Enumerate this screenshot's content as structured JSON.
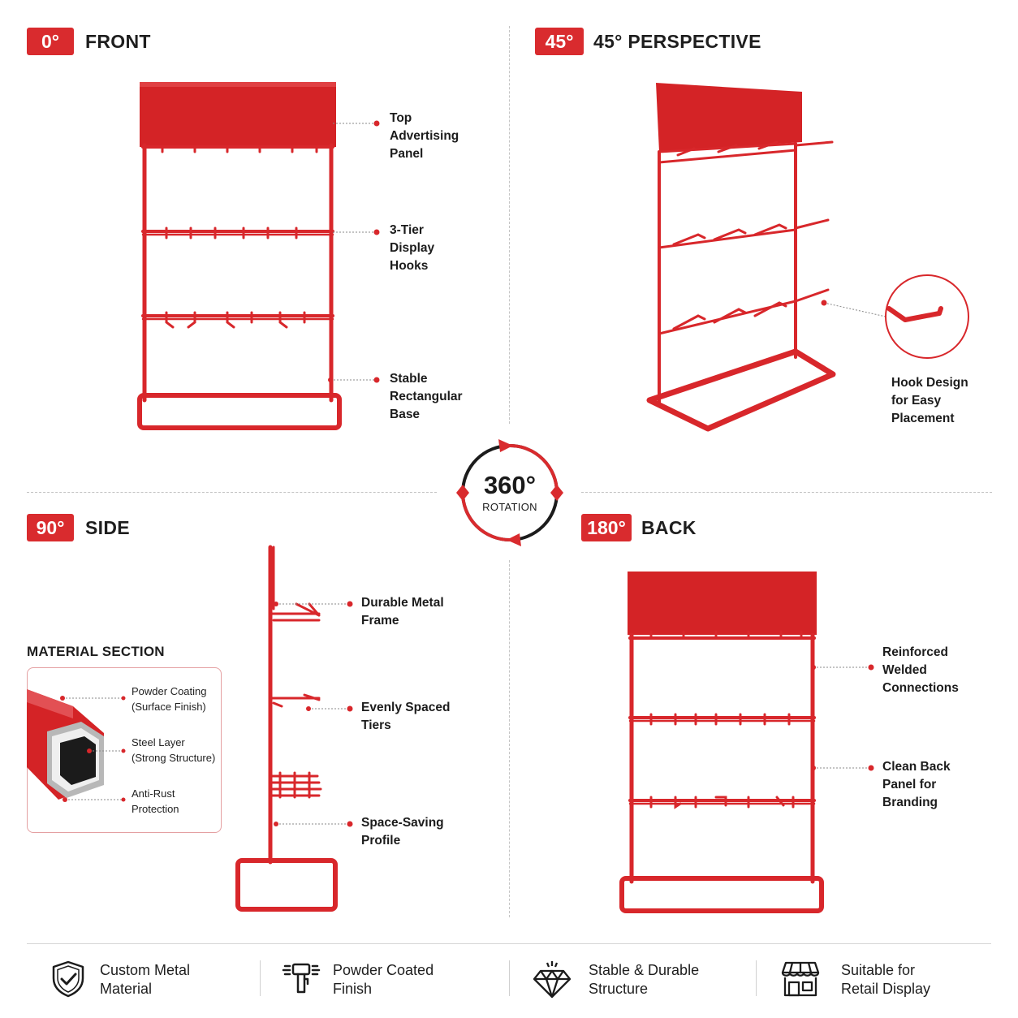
{
  "colors": {
    "accent": "#d92b2e",
    "rack": "#d8272b",
    "text": "#1c1c1c"
  },
  "views": {
    "front": {
      "badge": "0°",
      "title": "FRONT",
      "callouts": [
        "Top\nAdvertising\nPanel",
        "3-Tier\nDisplay\nHooks",
        "Stable\nRectangular\nBase"
      ]
    },
    "perspective": {
      "badge": "45°",
      "title": "45° PERSPECTIVE",
      "callouts": [
        "Hook Design\nfor Easy\nPlacement"
      ]
    },
    "side": {
      "badge": "90°",
      "title": "SIDE",
      "callouts": [
        "Durable Metal\nFrame",
        "Evenly Spaced\nTiers",
        "Space-Saving\nProfile"
      ]
    },
    "back": {
      "badge": "180°",
      "title": "BACK",
      "callouts": [
        "Reinforced\nWelded\nConnections",
        "Clean Back\nPanel for\nBranding"
      ]
    }
  },
  "rotation": {
    "value": "360°",
    "label": "ROTATION"
  },
  "material": {
    "title": "MATERIAL SECTION",
    "layers": [
      "Powder Coating\n(Surface Finish)",
      "Steel Layer\n(Strong Structure)",
      "Anti-Rust\nProtection"
    ]
  },
  "features": [
    {
      "icon": "shield-check-icon",
      "text": "Custom Metal\nMaterial"
    },
    {
      "icon": "spray-gun-icon",
      "text": "Powder Coated\nFinish"
    },
    {
      "icon": "diamond-icon",
      "text": "Stable & Durable\nStructure"
    },
    {
      "icon": "storefront-icon",
      "text": "Suitable for\nRetail Display"
    }
  ]
}
